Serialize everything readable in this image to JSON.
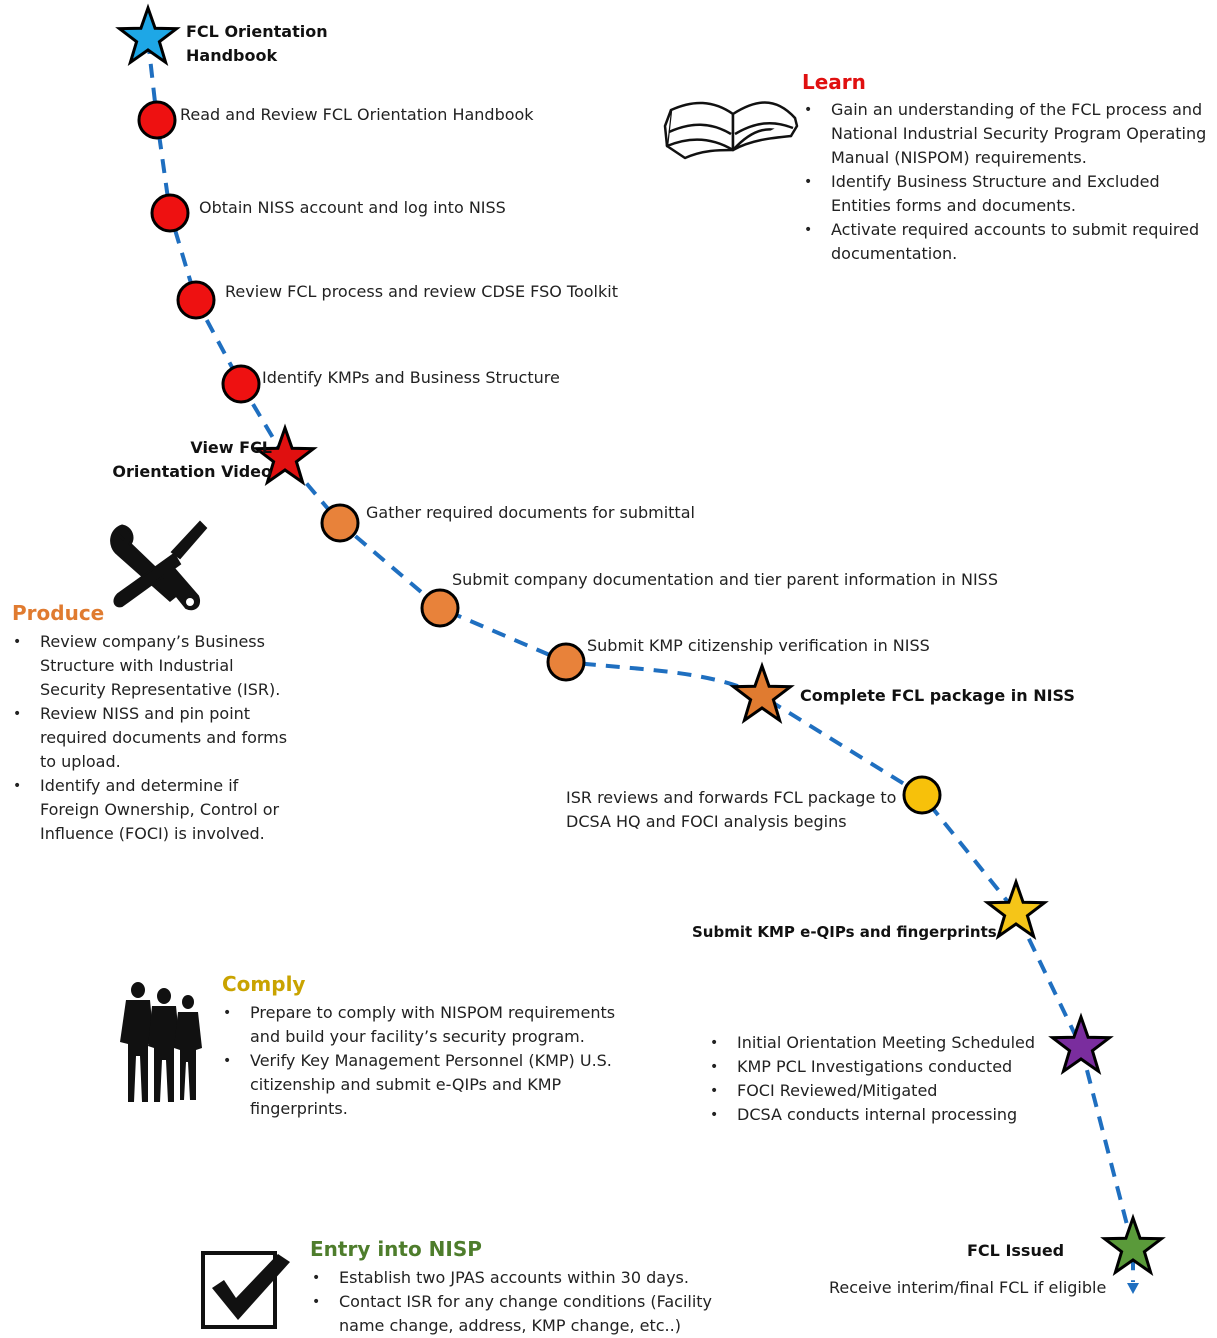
{
  "colors": {
    "path": "#1f6fc0",
    "start_star": "#1ea7e6",
    "learn": "#e01010",
    "produce": "#e07b30",
    "comply": "#c9a300",
    "submit_star": "#f5c518",
    "purple_star": "#7a2d9e",
    "green_star": "#5a9a3a",
    "nisp": "#4e7d2c"
  },
  "milestones": {
    "start": "FCL Orientation Handbook",
    "video": "View FCL Orientation Video",
    "package": "Complete FCL package in NISS",
    "eqip": "Submit KMP e-QIPs and fingerprints",
    "issued": "FCL Issued",
    "issued_sub": "Receive interim/final FCL if eligible"
  },
  "steps": [
    "Read and Review FCL Orientation Handbook",
    "Obtain NISS account and log into NISS",
    "Review FCL process and review CDSE FSO Toolkit",
    "Identify KMPs and Business Structure",
    "Gather required documents for submittal",
    "Submit company documentation and tier parent information in NISS",
    "Submit KMP citizenship verification in NISS",
    "ISR reviews and forwards FCL package to DCSA HQ and FOCI analysis begins"
  ],
  "dcsa_items": [
    "Initial Orientation Meeting Scheduled",
    "KMP PCL Investigations conducted",
    "FOCI Reviewed/Mitigated",
    "DCSA conducts internal processing"
  ],
  "sections": {
    "learn": {
      "title": "Learn",
      "icon": "book-icon",
      "bullets": [
        "Gain an understanding of the FCL process and National Industrial Security Program Operating Manual (NISPOM) requirements.",
        "Identify Business Structure and Excluded Entities forms and documents.",
        "Activate required accounts to submit required documentation."
      ]
    },
    "produce": {
      "title": "Produce",
      "icon": "tools-icon",
      "bullets": [
        "Review company’s Business Structure with Industrial Security Representative (ISR).",
        "Review NISS and pin point required documents and forms to upload.",
        "Identify and determine if Foreign Ownership, Control or Influence (FOCI) is involved."
      ]
    },
    "comply": {
      "title": "Comply",
      "icon": "people-icon",
      "bullets": [
        "Prepare to comply with NISPOM requirements and build your facility’s security program.",
        "Verify Key Management Personnel (KMP) U.S. citizenship and submit e-QIPs and KMP fingerprints."
      ]
    },
    "nisp": {
      "title": "Entry into NISP",
      "icon": "checkbox-icon",
      "bullets": [
        "Establish two JPAS accounts within 30 days.",
        "Contact ISR for any change conditions (Facility name change, address, KMP change, etc..)"
      ]
    }
  }
}
